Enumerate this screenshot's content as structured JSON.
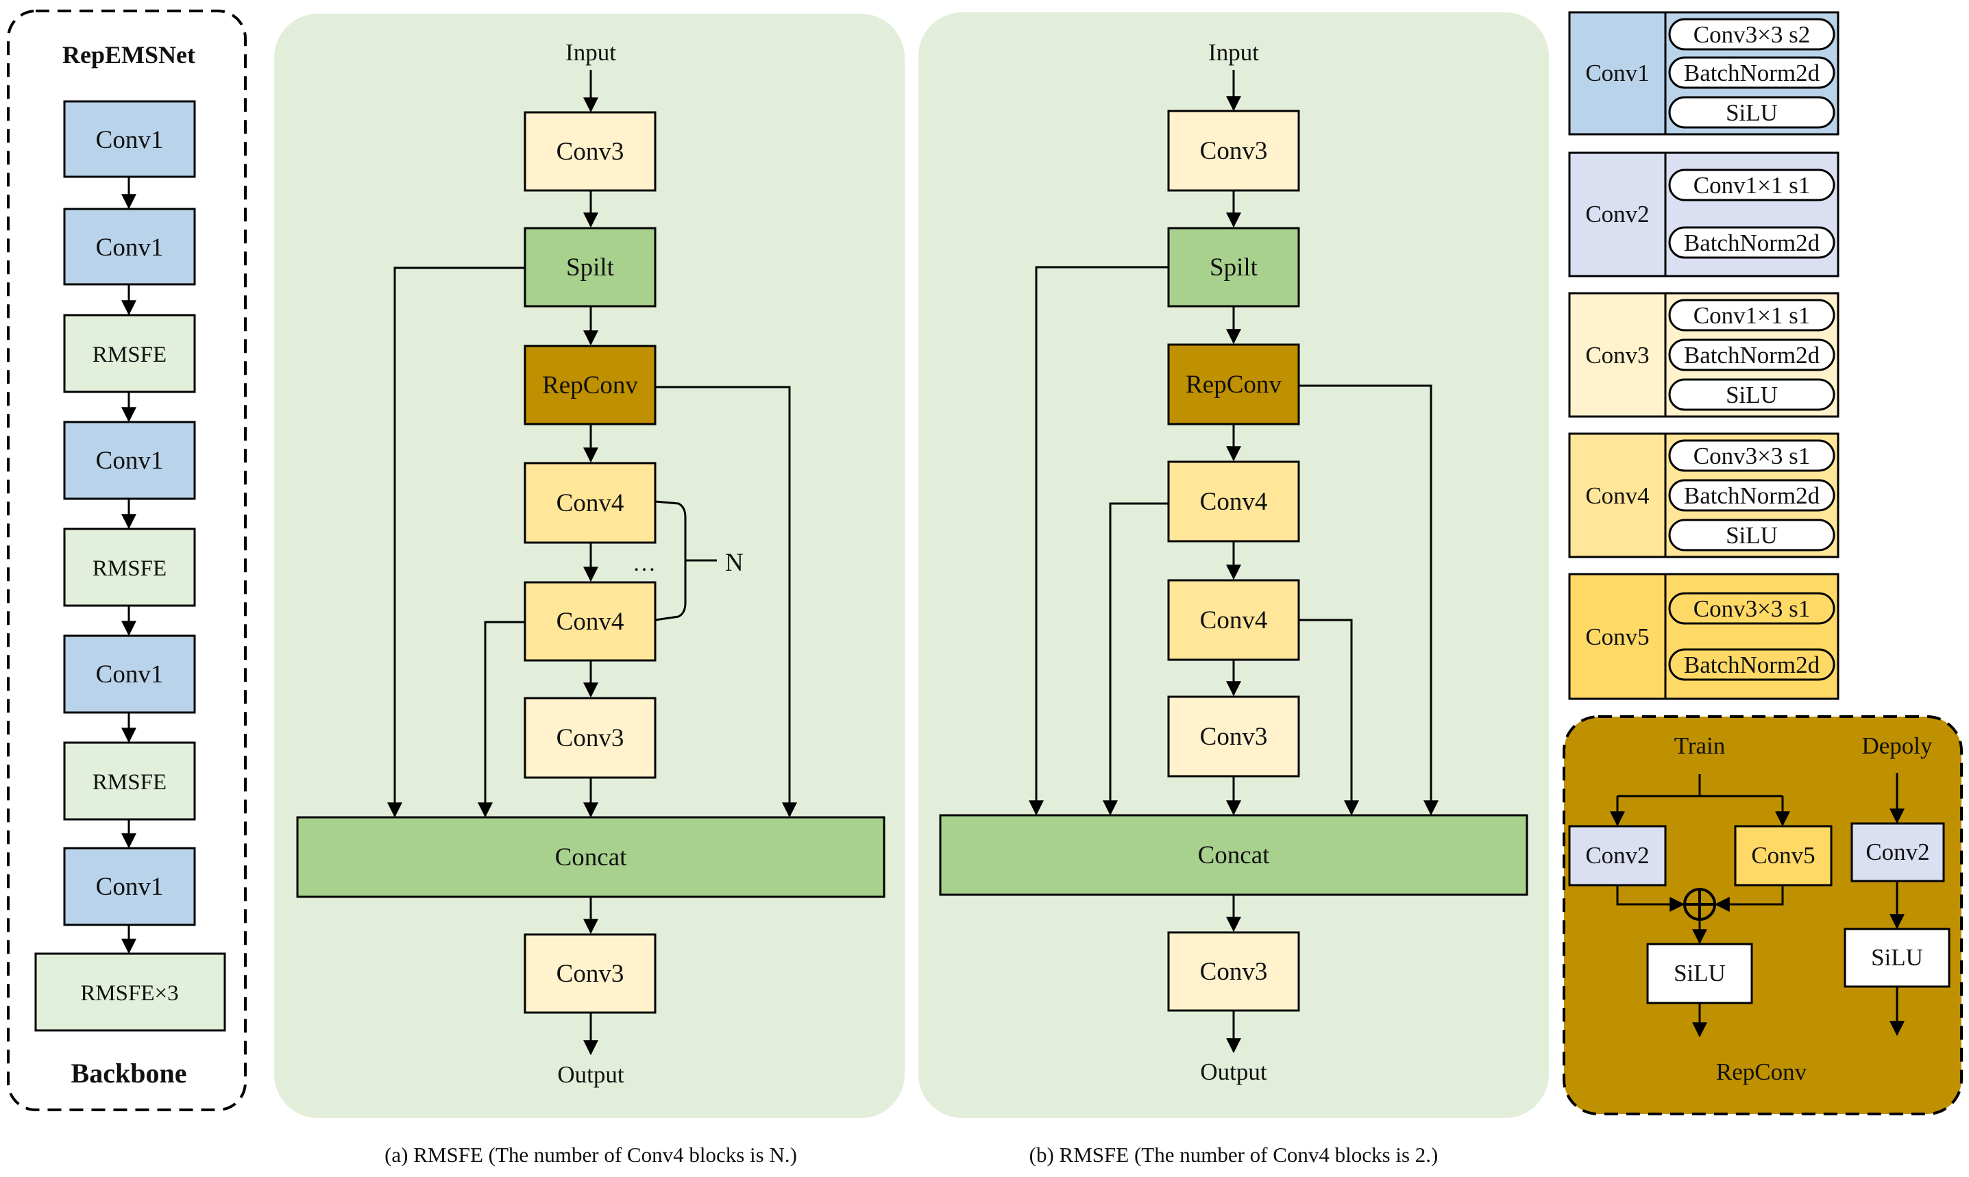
{
  "colors": {
    "panel_green": "#e2eed9",
    "conv1": "#b9d3ea",
    "conv2": "#dadff2",
    "conv3": "#fff2cc",
    "conv4": "#ffe699",
    "conv5": "#ffd966",
    "green_block": "#a9d18e",
    "light_green_block": "#e2efda",
    "repconv": "#bf9000",
    "silu_box": "#ffffff"
  },
  "backbone": {
    "title": "RepEMSNet",
    "footer": "Backbone",
    "blocks": [
      "Conv1",
      "Conv1",
      "RMSFE",
      "Conv1",
      "RMSFE",
      "Conv1",
      "RMSFE",
      "Conv1",
      "RMSFE×3"
    ]
  },
  "panel_a": {
    "input": "Input",
    "output": "Output",
    "conv3_top": "Conv3",
    "split": "Spilt",
    "repconv": "RepConv",
    "conv4_a": "Conv4",
    "conv4_b": "Conv4",
    "ellipsis": "…",
    "n_label": "N",
    "conv3_mid": "Conv3",
    "concat": "Concat",
    "conv3_bottom": "Conv3",
    "caption": "(a) RMSFE (The number of Conv4 blocks  is N.)"
  },
  "panel_b": {
    "input": "Input",
    "output": "Output",
    "conv3_top": "Conv3",
    "split": "Spilt",
    "repconv": "RepConv",
    "conv4_a": "Conv4",
    "conv4_b": "Conv4",
    "conv3_mid": "Conv3",
    "concat": "Concat",
    "conv3_bottom": "Conv3",
    "caption": "(b) RMSFE (The number of Conv4 blocks  is 2.)"
  },
  "legend": [
    {
      "name": "Conv1",
      "items": [
        "Conv3×3 s2",
        "BatchNorm2d",
        "SiLU"
      ]
    },
    {
      "name": "Conv2",
      "items": [
        "Conv1×1 s1",
        "BatchNorm2d"
      ]
    },
    {
      "name": "Conv3",
      "items": [
        "Conv1×1 s1",
        "BatchNorm2d",
        "SiLU"
      ]
    },
    {
      "name": "Conv4",
      "items": [
        "Conv3×3 s1",
        "BatchNorm2d",
        "SiLU"
      ]
    },
    {
      "name": "Conv5",
      "items": [
        "Conv3×3 s1",
        "BatchNorm2d"
      ]
    }
  ],
  "repconv_detail": {
    "train": "Train",
    "deploy": "Depoly",
    "conv2": "Conv2",
    "conv5": "Conv5",
    "silu": "SiLU",
    "conv2_deploy": "Conv2",
    "silu_deploy": "SiLU",
    "title": "RepConv"
  }
}
